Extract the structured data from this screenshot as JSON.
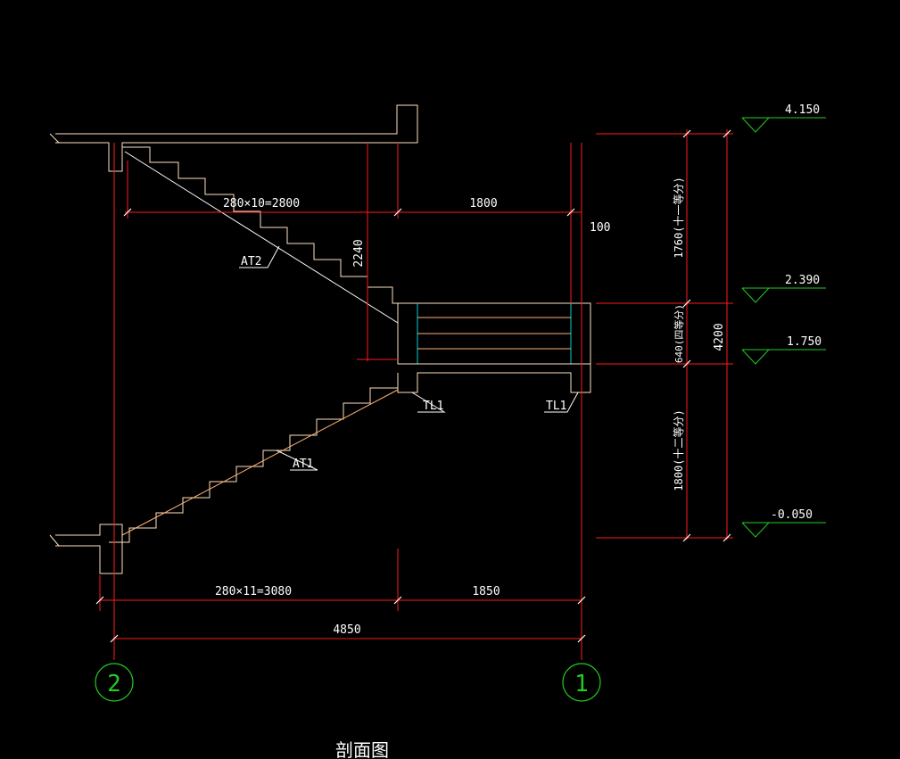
{
  "drawing": {
    "title": "剖面图",
    "colors": {
      "background": "#000000",
      "dimension": "#ff1a1a",
      "structure": "#ffe0c0",
      "stair_line": "#ffffff",
      "landing_line": "#ffb070",
      "text": "#ffffff",
      "level_marker": "#22cc22",
      "grid_bubble": "#22cc22",
      "cyan_line": "#00d0d0"
    },
    "horizontal_dims": {
      "upper_run": "280×10=2800",
      "upper_landing": "1800",
      "lower_run": "280×11=3080",
      "lower_landing": "1850",
      "total": "4850",
      "offset": "100"
    },
    "vertical_dims": {
      "upper_flight": "1760(十一等分)",
      "landing_gap": "640(四等分)",
      "lower_flight": "1800(十二等分)",
      "total": "4200",
      "beam_depth": "2240"
    },
    "levels": [
      "4.150",
      "2.390",
      "1.750",
      "-0.050"
    ],
    "labels": {
      "stair_upper": "AT2",
      "stair_lower": "AT1",
      "beam_left": "TL1",
      "beam_right": "TL1"
    },
    "grid_axes": [
      "2",
      "1"
    ]
  }
}
